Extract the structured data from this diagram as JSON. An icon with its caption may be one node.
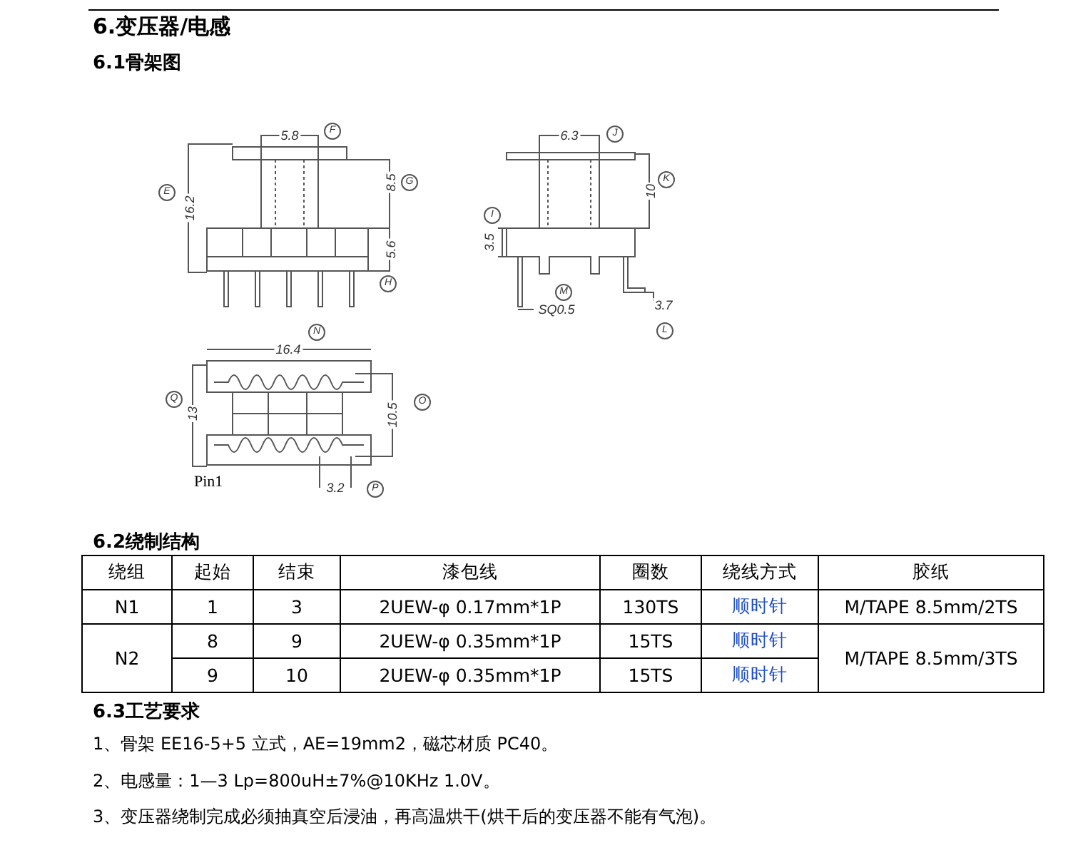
{
  "diagram": {
    "title": "6.变压器/电感",
    "labels": [
      "6.1骨架图",
      "5.8",
      "F",
      "E",
      "16.2",
      "8.5",
      "G",
      "5.6",
      "H",
      "6.3",
      "J",
      "K",
      "10",
      "I",
      "3.5",
      "M",
      "SQ0.5",
      "3.7",
      "N",
      "L",
      "16.4",
      "Q",
      "13",
      "O",
      "10.5",
      "Pin1",
      "3.2",
      "P",
      "6.2绕制结构",
      "绕组",
      "起始",
      "结束",
      "漆包线",
      "圈数",
      "绕线方式",
      "胶纸",
      "N1",
      "1",
      "3",
      "2UEW-φ 0.17mm*1P",
      "130TS",
      "顺时针",
      "M/TAPE 8.5mm/2TS",
      "N2",
      "8",
      "9",
      "2UEW-φ 0.35mm*1P",
      "15TS",
      "顺时针",
      "M/TAPE 8.5mm/3TS",
      "9",
      "10",
      "2UEW-φ 0.35mm*1P",
      "15TS",
      "顺时针",
      "6.3工艺要求",
      "1、骨架 EE16-5+5 立式，AE=19mm2，磁芯材质 PC40。",
      "2、电感量：1—3 Lp=800uH±7%@10KHz 1.0V。",
      "3、变压器绕制完成必须抽真空后浸油，再高温烘干(烘干后的变压器不能有气泡)。"
    ]
  }
}
